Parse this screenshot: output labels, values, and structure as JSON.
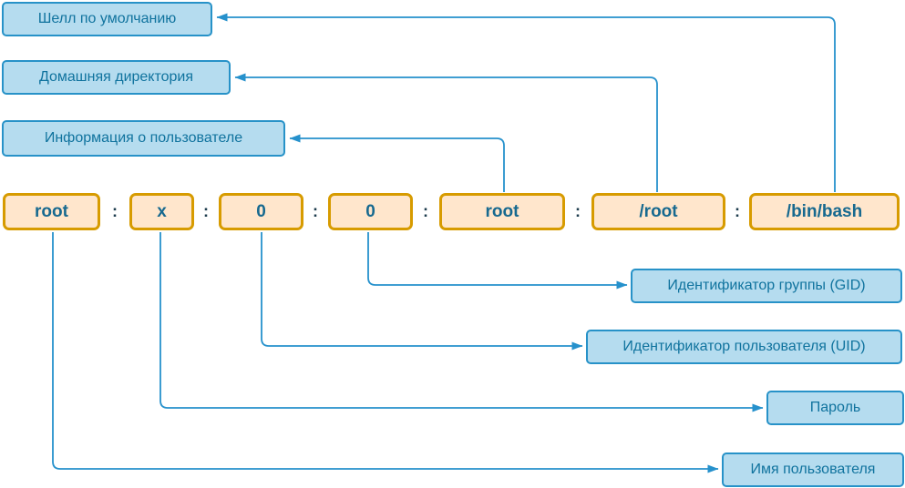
{
  "diagram": {
    "title_meaning": "Structure of an /etc/passwd entry",
    "separator": ":",
    "passwd_fields": [
      {
        "value": "root"
      },
      {
        "value": "x"
      },
      {
        "value": "0"
      },
      {
        "value": "0"
      },
      {
        "value": "root"
      },
      {
        "value": "/root"
      },
      {
        "value": "/bin/bash"
      }
    ],
    "top_labels": [
      {
        "label": "Шелл по умолчанию"
      },
      {
        "label": "Домашняя директория"
      },
      {
        "label": "Информация о пользователе"
      }
    ],
    "bottom_labels": [
      {
        "label": "Идентификатор группы (GID)"
      },
      {
        "label": "Идентификатор пользователя (UID)"
      },
      {
        "label": "Пароль"
      },
      {
        "label": "Имя пользователя"
      }
    ],
    "colors": {
      "label_fill": "#b5dcef",
      "label_stroke": "#2792c8",
      "label_text": "#10739e",
      "field_fill": "#ffe6cc",
      "field_stroke": "#d79b00",
      "field_text": "#17698f",
      "connector": "#2691cc",
      "separator_text": "#1d3c4e",
      "background": "#ffffff"
    }
  }
}
